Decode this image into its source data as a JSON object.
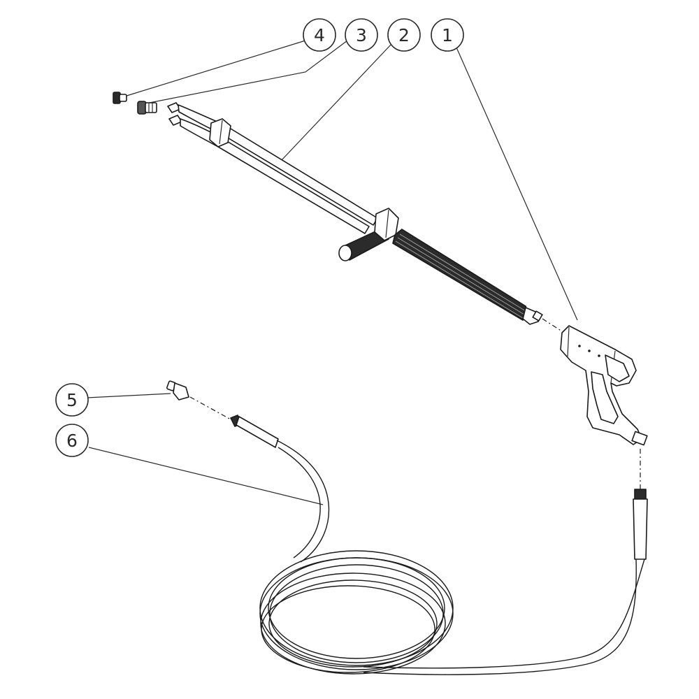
{
  "callouts": [
    {
      "number": "1"
    },
    {
      "number": "2"
    },
    {
      "number": "3"
    },
    {
      "number": "4"
    },
    {
      "number": "5"
    },
    {
      "number": "6"
    }
  ],
  "colors": {
    "line": "#1a1a1a",
    "background": "#ffffff",
    "grip": "#2b2b2b"
  }
}
